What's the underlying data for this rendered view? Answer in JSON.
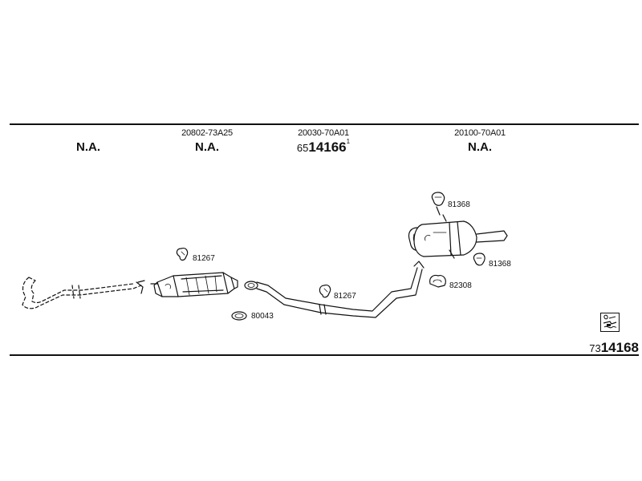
{
  "header": {
    "columns": [
      {
        "part_no": "",
        "status": "N.A."
      },
      {
        "part_no": "20802-73A25",
        "status": "N.A."
      },
      {
        "part_no": "20030-70A01",
        "code_prefix": "65",
        "code_main": "14166",
        "code_sup": "1"
      },
      {
        "part_no": "20100-70A01",
        "status": "N.A."
      }
    ]
  },
  "parts": {
    "clamp_81267_a": "81267",
    "gasket_80043": "80043",
    "clamp_81267_b": "81267",
    "clamp_81368_a": "81368",
    "clamp_81368_b": "81368",
    "gasket_82308": "82308"
  },
  "footer": {
    "code_prefix": "73",
    "code_main": "14168"
  }
}
